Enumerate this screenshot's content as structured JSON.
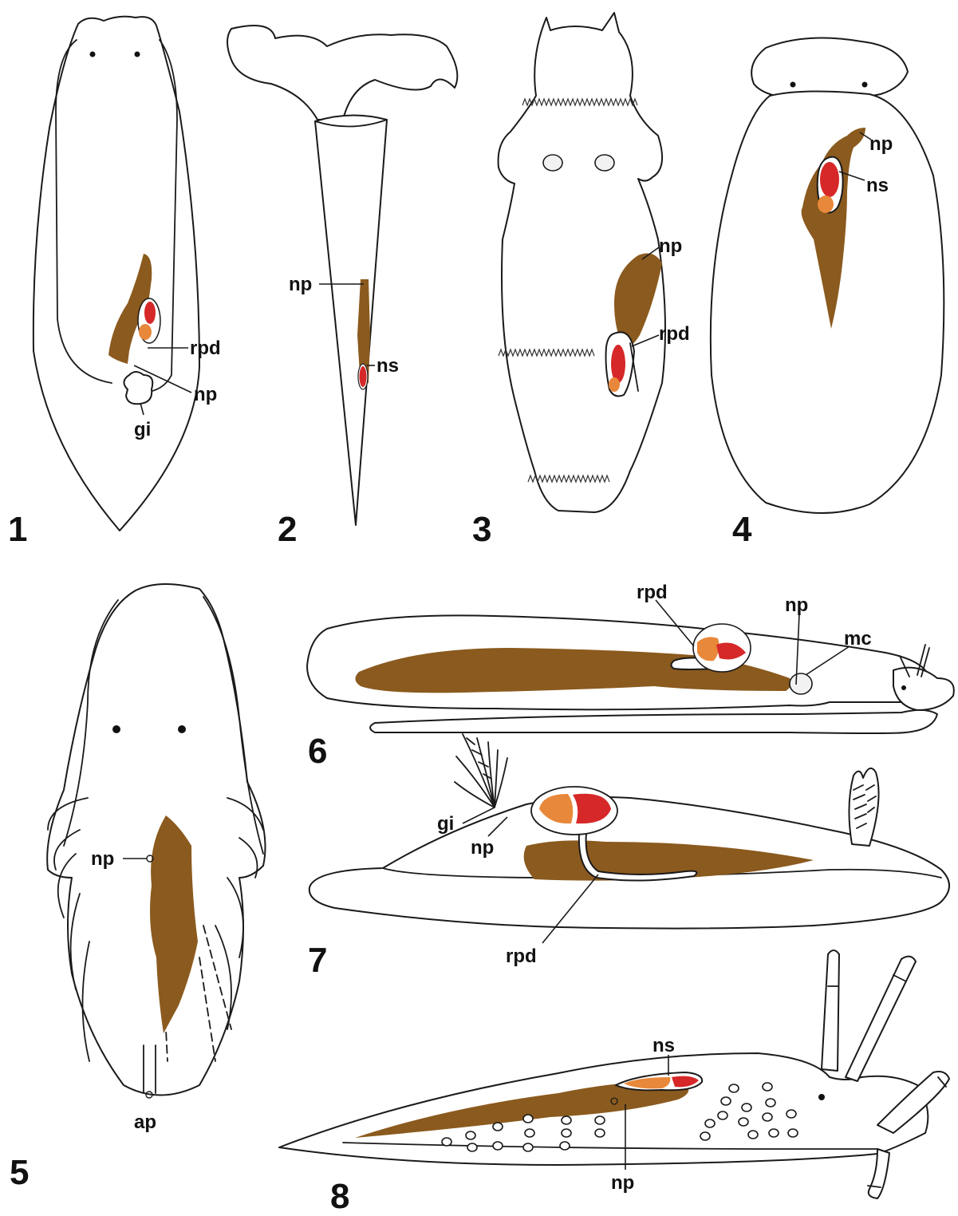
{
  "colors": {
    "gland_brown": "#8B5A1E",
    "gland_red": "#D62828",
    "gland_orange": "#E8883A",
    "outline": "#1a1a1a"
  },
  "figures": [
    {
      "number": "1",
      "labels": {
        "rpd": "rpd",
        "np": "np",
        "gi": "gi"
      }
    },
    {
      "number": "2",
      "labels": {
        "np": "np",
        "ns": "ns"
      }
    },
    {
      "number": "3",
      "labels": {
        "np": "np",
        "rpd": "rpd"
      }
    },
    {
      "number": "4",
      "labels": {
        "np": "np",
        "ns": "ns"
      }
    },
    {
      "number": "5",
      "labels": {
        "np": "np",
        "ap": "ap"
      }
    },
    {
      "number": "6",
      "labels": {
        "rpd": "rpd",
        "np": "np",
        "mc": "mc"
      }
    },
    {
      "number": "7",
      "labels": {
        "gi": "gi",
        "np": "np",
        "rpd": "rpd"
      }
    },
    {
      "number": "8",
      "labels": {
        "ns": "ns",
        "np": "np"
      }
    }
  ]
}
